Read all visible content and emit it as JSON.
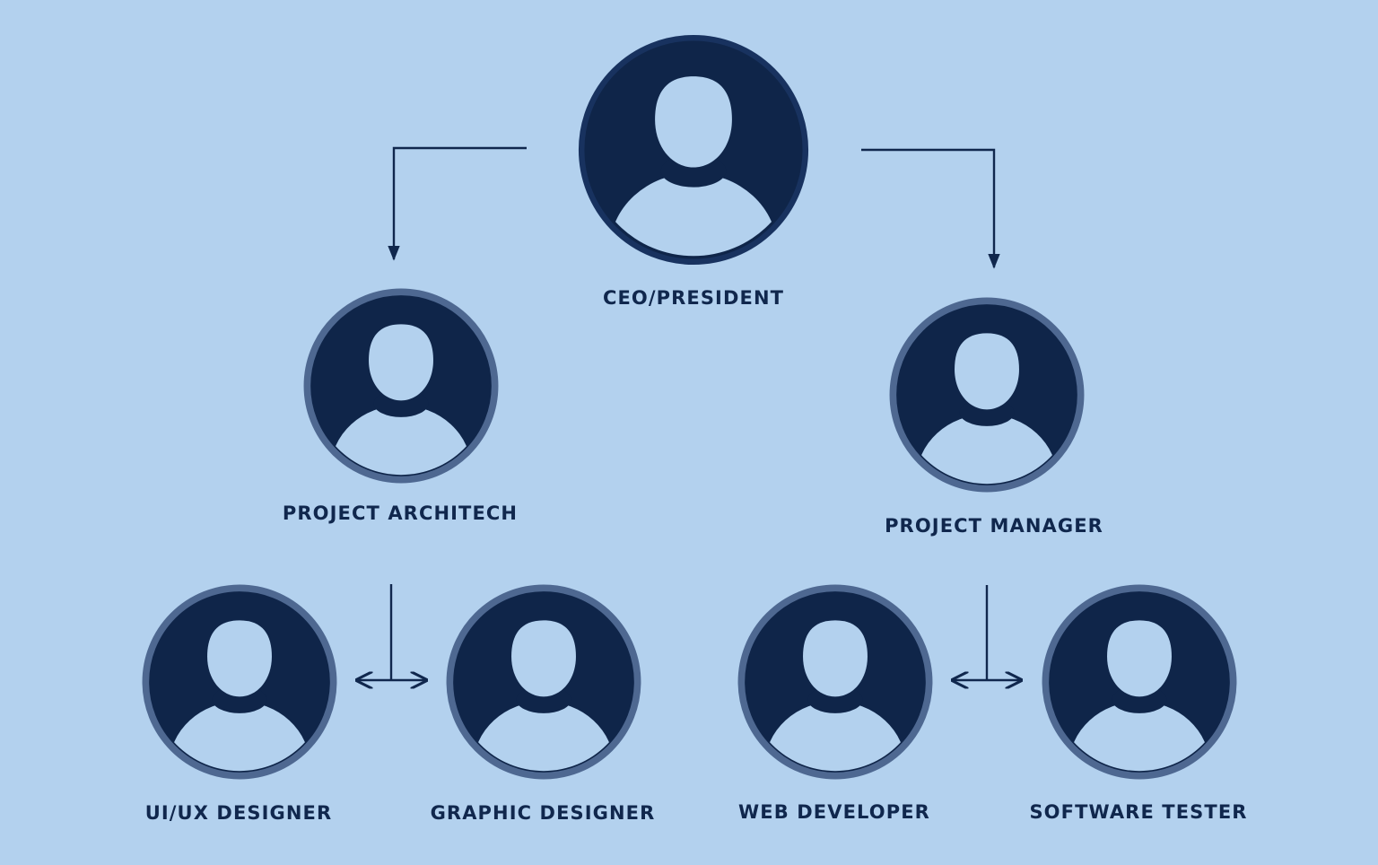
{
  "colors": {
    "background": "#b3d1ee",
    "avatar_fill": "#0f2549",
    "avatar_ring": "#4e6891",
    "avatar_ring_ceo": "#18325f",
    "silhouette": "#b3d1ee",
    "connector": "#10274d",
    "text": "#10274d"
  },
  "nodes": [
    {
      "id": "ceo",
      "label": "CEO/PRESIDENT",
      "icon": "user-avatar-icon"
    },
    {
      "id": "architech",
      "label": "PROJECT ARCHITECH",
      "icon": "user-avatar-icon"
    },
    {
      "id": "manager",
      "label": "PROJECT MANAGER",
      "icon": "user-avatar-icon"
    },
    {
      "id": "uiux",
      "label": "UI/UX DESIGNER",
      "icon": "user-avatar-icon"
    },
    {
      "id": "graphic",
      "label": "GRAPHIC DESIGNER",
      "icon": "user-avatar-icon"
    },
    {
      "id": "webdev",
      "label": "WEB DEVELOPER",
      "icon": "user-avatar-icon"
    },
    {
      "id": "tester",
      "label": "SOFTWARE TESTER",
      "icon": "user-avatar-icon"
    }
  ],
  "edges": [
    {
      "from": "ceo",
      "to": "architech"
    },
    {
      "from": "ceo",
      "to": "manager"
    },
    {
      "from": "architech",
      "to": "uiux"
    },
    {
      "from": "architech",
      "to": "graphic"
    },
    {
      "from": "manager",
      "to": "webdev"
    },
    {
      "from": "manager",
      "to": "tester"
    }
  ]
}
